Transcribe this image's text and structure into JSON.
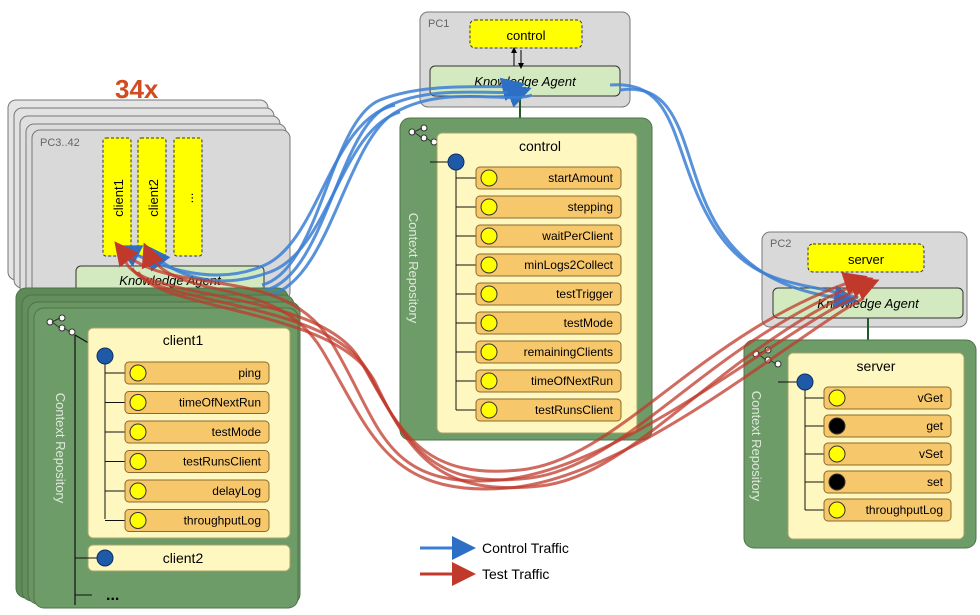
{
  "multiplier": "34x",
  "pc1": {
    "name": "PC1",
    "program": "control",
    "agent": "Knowledge Agent",
    "repo_label": "Context Repository",
    "tree_root": "control",
    "items": [
      "startAmount",
      "stepping",
      "waitPerClient",
      "minLogs2Collect",
      "testTrigger",
      "testMode",
      "remainingClients",
      "timeOfNextRun",
      "testRunsClient"
    ]
  },
  "pc2": {
    "name": "PC2",
    "program": "server",
    "agent": "Knowledge Agent",
    "repo_label": "Context Repository",
    "tree_root": "server",
    "items": [
      {
        "label": "vGet",
        "dot": "yellow"
      },
      {
        "label": "get",
        "dot": "black"
      },
      {
        "label": "vSet",
        "dot": "yellow"
      },
      {
        "label": "set",
        "dot": "black"
      },
      {
        "label": "throughputLog",
        "dot": "yellow"
      }
    ]
  },
  "pc3": {
    "name": "PC3..42",
    "programs": [
      "client1",
      "client2",
      "..."
    ],
    "agent": "Knowledge Agent",
    "repo_label": "Context Repository",
    "tree_root": "client1",
    "items": [
      "ping",
      "timeOfNextRun",
      "testMode",
      "testRunsClient",
      "delayLog",
      "throughputLog"
    ],
    "second_root": "client2",
    "ellipsis": "..."
  },
  "legend": [
    {
      "label": "Control Traffic",
      "color": "#3b7fd4"
    },
    {
      "label": "Test Traffic",
      "color": "#c0392b"
    }
  ],
  "colors": {
    "pc_box": "#d9d9d9",
    "program_yellow": "#ffff00",
    "agent_green": "#d3eac0",
    "repo_green": "#6e9c68",
    "panel_yellow": "#fff7c0",
    "item_orange": "#f7c76c",
    "node_blue": "#1f5aa8",
    "multiplier_red": "#d14b21"
  }
}
